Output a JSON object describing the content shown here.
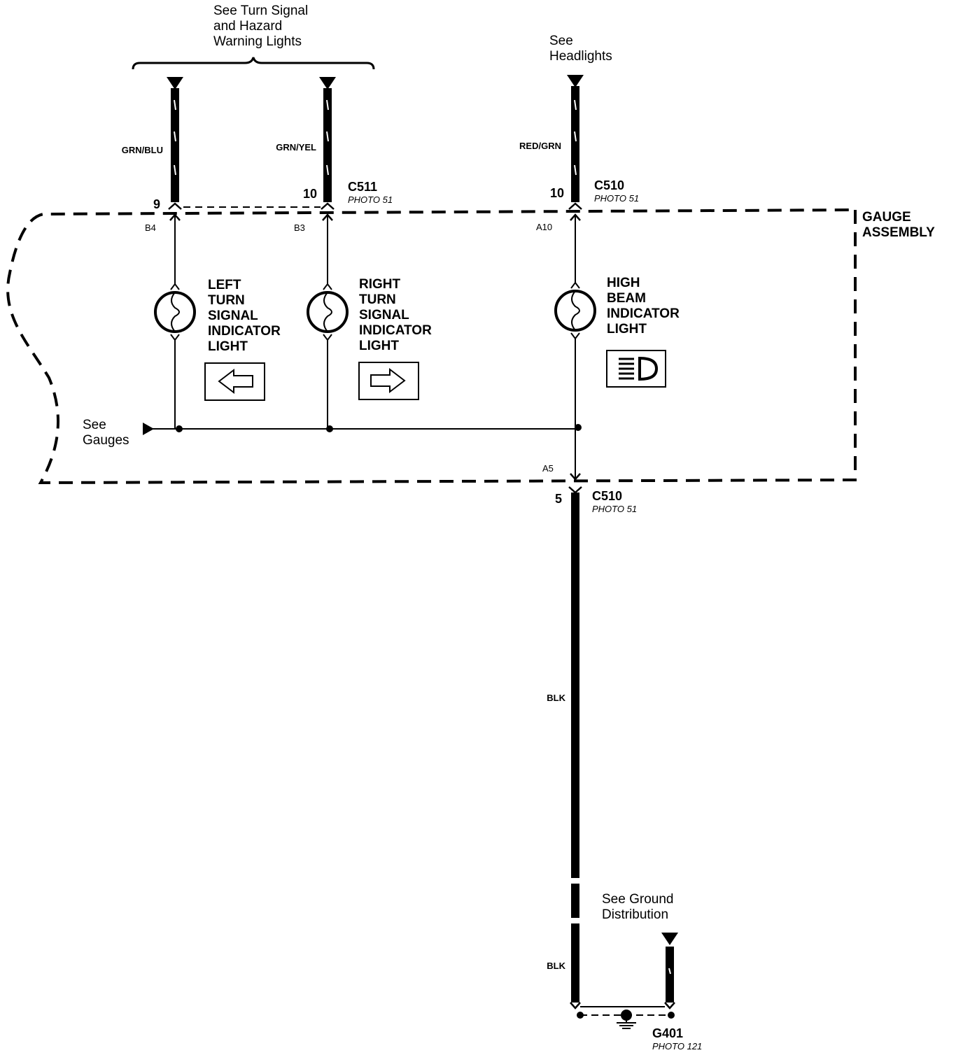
{
  "references": {
    "turn_signal": [
      "See Turn Signal",
      "and Hazard",
      "Warning Lights"
    ],
    "headlights": [
      "See",
      "Headlights"
    ],
    "gauges": [
      "See",
      "Gauges"
    ],
    "ground": [
      "See Ground",
      "Distribution"
    ]
  },
  "wires": {
    "left": "GRN/BLU",
    "right": "GRN/YEL",
    "high_beam": "RED/GRN",
    "ground_upper": "BLK",
    "ground_lower": "BLK"
  },
  "connectors": {
    "c511": {
      "name": "C511",
      "photo": "PHOTO 51",
      "pin_left": "9",
      "pin_right": "10"
    },
    "c510_top": {
      "name": "C510",
      "photo": "PHOTO 51",
      "pin": "10"
    },
    "c510_bottom": {
      "name": "C510",
      "photo": "PHOTO 51",
      "pin": "5"
    },
    "g401": {
      "name": "G401",
      "photo": "PHOTO 121"
    }
  },
  "cavities": {
    "b4": "B4",
    "b3": "B3",
    "a10": "A10",
    "a5": "A5"
  },
  "assembly": [
    "GAUGE",
    "ASSEMBLY"
  ],
  "components": {
    "left_turn": [
      "LEFT",
      "TURN",
      "SIGNAL",
      "INDICATOR",
      "LIGHT"
    ],
    "right_turn": [
      "RIGHT",
      "TURN",
      "SIGNAL",
      "INDICATOR",
      "LIGHT"
    ],
    "high_beam": [
      "HIGH",
      "BEAM",
      "INDICATOR",
      "LIGHT"
    ]
  },
  "icons": {
    "left_turn": "left-arrow-icon",
    "right_turn": "right-arrow-icon",
    "high_beam": "headlight-high-beam-icon"
  }
}
